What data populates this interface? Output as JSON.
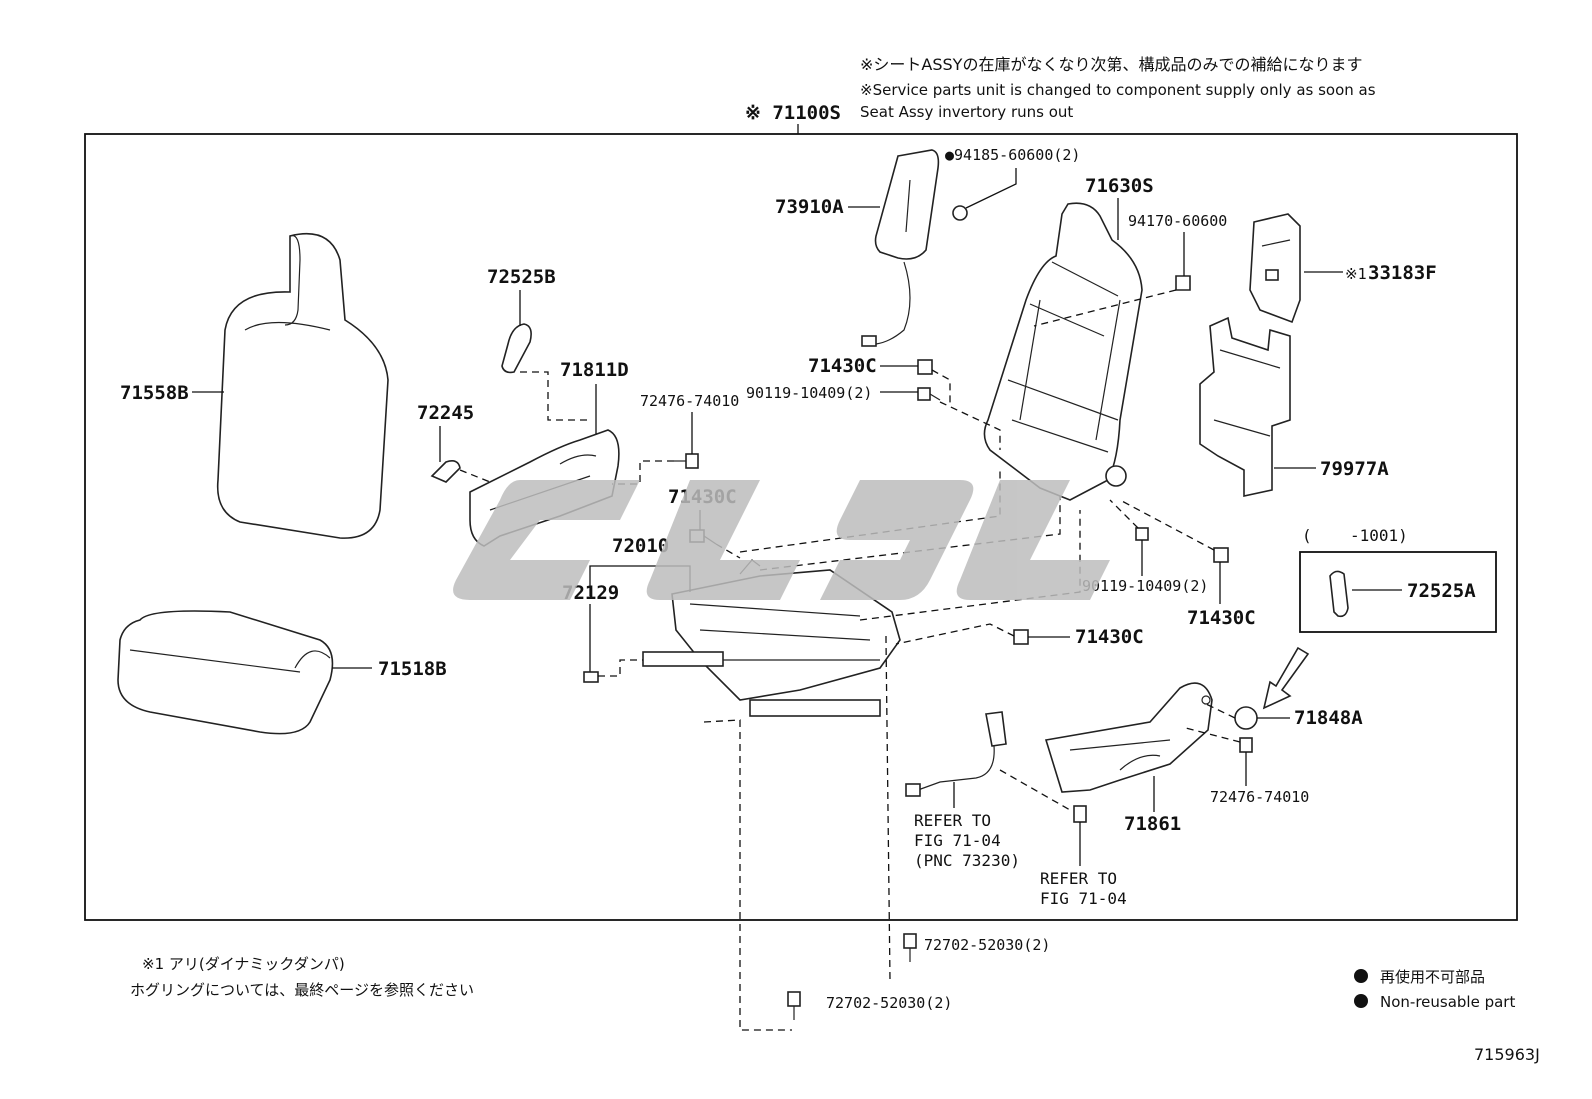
{
  "notes": {
    "jp_line": "※シートASSYの在庫がなくなり次第、構成品のみでの補給になります",
    "en_line1": "※Service parts unit is changed to component supply only as soon as",
    "en_line2": "Seat Assy invertory runs out"
  },
  "assembly_label": "※ 71100S",
  "parts": {
    "p71558B": "71558B",
    "p71518B": "71518B",
    "p72525B": "72525B",
    "p71811D": "71811D",
    "p72245": "72245",
    "p72476_1": "72476-74010",
    "p71430C_1": "71430C",
    "p72010": "72010",
    "p72129": "72129",
    "p73910A": "73910A",
    "p94185": "●94185-60600(2)",
    "p71630S": "71630S",
    "p94170": "94170-60600",
    "p33183F_prefix": "※1",
    "p33183F": "33183F",
    "p71430C_2": "71430C",
    "p90119_1": "90119-10409(2)",
    "p79977A": "79977A",
    "p90119_2": "90119-10409(2)",
    "p71430C_3": "71430C",
    "p71430C_4": "71430C",
    "p71848A": "71848A",
    "p72476_2": "72476-74010",
    "p71861": "71861",
    "p72525A": "72525A",
    "p72702_1": "72702-52030(2)",
    "p72702_2": "72702-52030(2)"
  },
  "inset_header_open": "(",
  "inset_header_code": "-1001)",
  "refer1": [
    "REFER TO",
    "FIG 71-04",
    "(PNC 73230)"
  ],
  "refer2": [
    "REFER TO",
    "FIG 71-04"
  ],
  "footnote1": "※1 アリ(ダイナミックダンパ)",
  "footnote2": "ホグリングについては、最終ページを参照ください",
  "legend_jp": "再使用不可部品",
  "legend_en": "Non-reusable part",
  "figure_code": "715963J",
  "colors": {
    "line": "#111111",
    "watermark": "#bdbdbd",
    "background": "#ffffff"
  }
}
